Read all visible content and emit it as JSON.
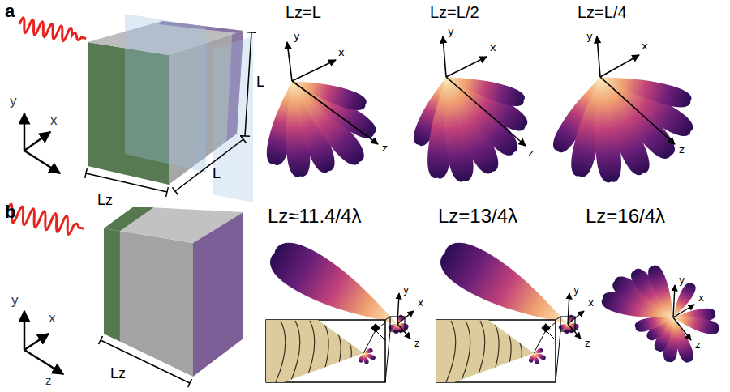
{
  "diagram": {
    "labels": [
      "a",
      "y",
      "x",
      "Lz",
      "L",
      "L",
      "Lz=L",
      "y",
      "x",
      "z",
      "Lz=L/2",
      "y",
      "x",
      "z",
      "Lz=L/4",
      "y",
      "x",
      "z",
      "b",
      "y",
      "x",
      "z",
      "Lz",
      "Lz≈11.4/4λ",
      "y",
      "x",
      "z",
      "Lz=13/4λ",
      "y",
      "x",
      "z",
      "Lz=16/4λ",
      "y",
      "x",
      "z"
    ]
  }
}
